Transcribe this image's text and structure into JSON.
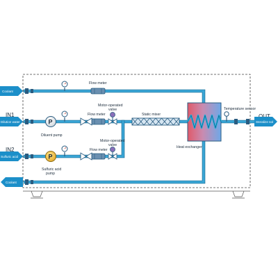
{
  "labels": {
    "coolant_in": "Coolant",
    "coolant_out": "Coolant",
    "in1": "IN1",
    "dilution_water": "Dilution water",
    "in2": "IN2",
    "sulfuric_acid": "Sulfuric acid",
    "out": "OUT",
    "sterilize": "Steralize sol",
    "flow_meter_top": "Flow meter",
    "flow_meter_mid": "Flow meter",
    "flow_meter_bottom": "Flow meter",
    "motor_valve_mid_line1": "Motor-operated",
    "motor_valve_mid_line2": "valve",
    "motor_valve_bottom_line1": "Motor-operated",
    "motor_valve_bottom_line2": "valve",
    "static_mixer": "Static mixer",
    "heat_exchanger": "Heat exchanger",
    "temperature_sensor": "Temperature sensor",
    "diluent_pump": "Diluent pump",
    "sulfuric_pump_line1": "Sulfuric acid",
    "sulfuric_pump_line2": "pump",
    "pump_letter": "P"
  },
  "colors": {
    "pipe": "#3aa6d6",
    "io_arrow": "#1c8fc9",
    "heat_exchanger_hot": "#e05a6a",
    "heat_exchanger_cold": "#6fa8e8",
    "acid_pump": "#f0c53a"
  }
}
